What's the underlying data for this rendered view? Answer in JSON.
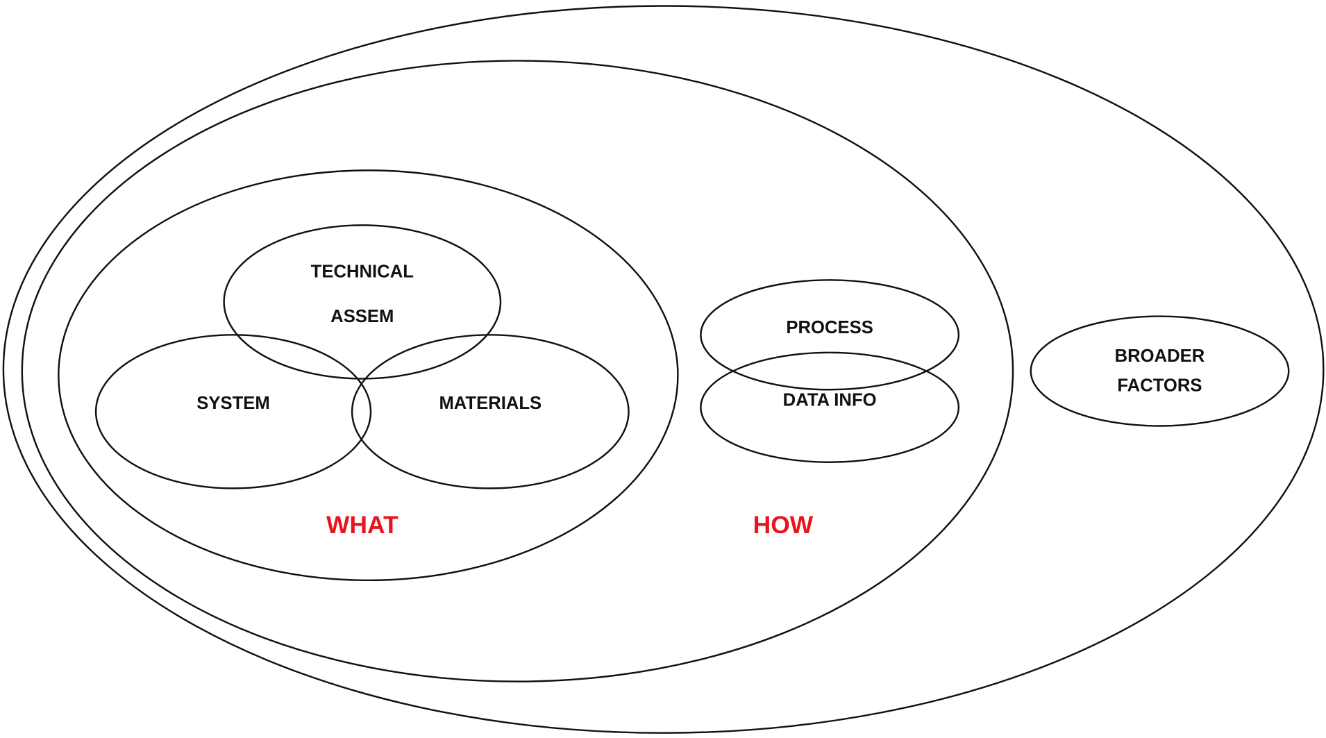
{
  "diagram": {
    "labels": {
      "technical_line1": "TECHNICAL",
      "technical_line2": "ASSEM",
      "system": "SYSTEM",
      "materials": "MATERIALS",
      "process": "PROCESS",
      "data_info": "DATA INFO",
      "broader_line1": "BROADER",
      "broader_line2": "FACTORS",
      "what": "WHAT",
      "how": "HOW"
    },
    "colors": {
      "stroke": "#111111",
      "accent": "#e8141f"
    }
  }
}
